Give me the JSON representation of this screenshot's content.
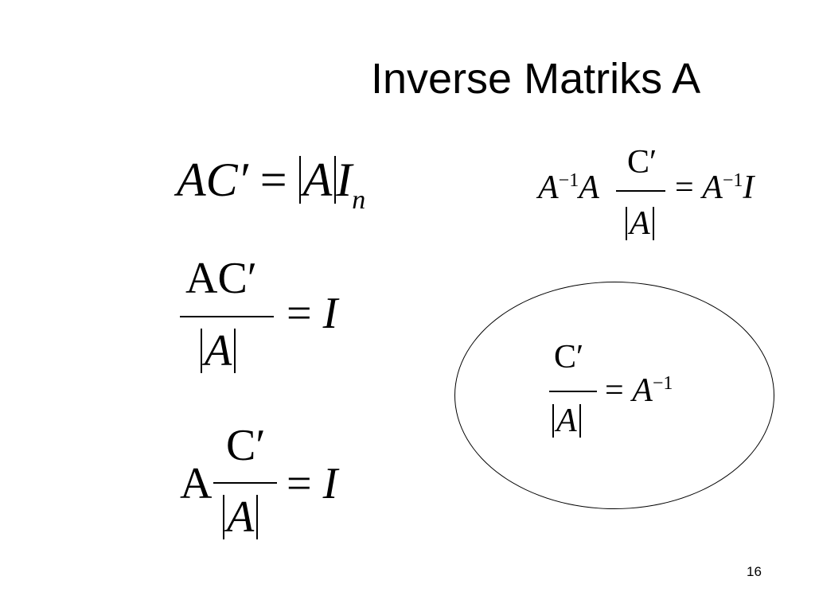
{
  "slide": {
    "title": "Inverse Matriks A",
    "page_number": "16"
  },
  "equations": {
    "eq1": {
      "lhs": "AC′",
      "eq": "=",
      "det": "A",
      "rhs": "I",
      "sub": "n"
    },
    "eq2": {
      "numerator": "AC′",
      "denominator_det": "A",
      "eq": "=",
      "rhs": "I"
    },
    "eq3": {
      "factor": "A",
      "numerator": "C′",
      "denominator_det": "A",
      "eq": "=",
      "rhs": "I"
    },
    "eq4": {
      "lhs_base": "A",
      "lhs_exp": "−1",
      "lhs_factor": "A",
      "numerator": "C′",
      "denominator_det": "A",
      "eq": "=",
      "rhs_base": "A",
      "rhs_exp": "−1",
      "rhs_tail": "I"
    },
    "eq5": {
      "numerator": "C′",
      "denominator_det": "A",
      "eq": "=",
      "rhs_base": "A",
      "rhs_exp": "−1"
    }
  }
}
